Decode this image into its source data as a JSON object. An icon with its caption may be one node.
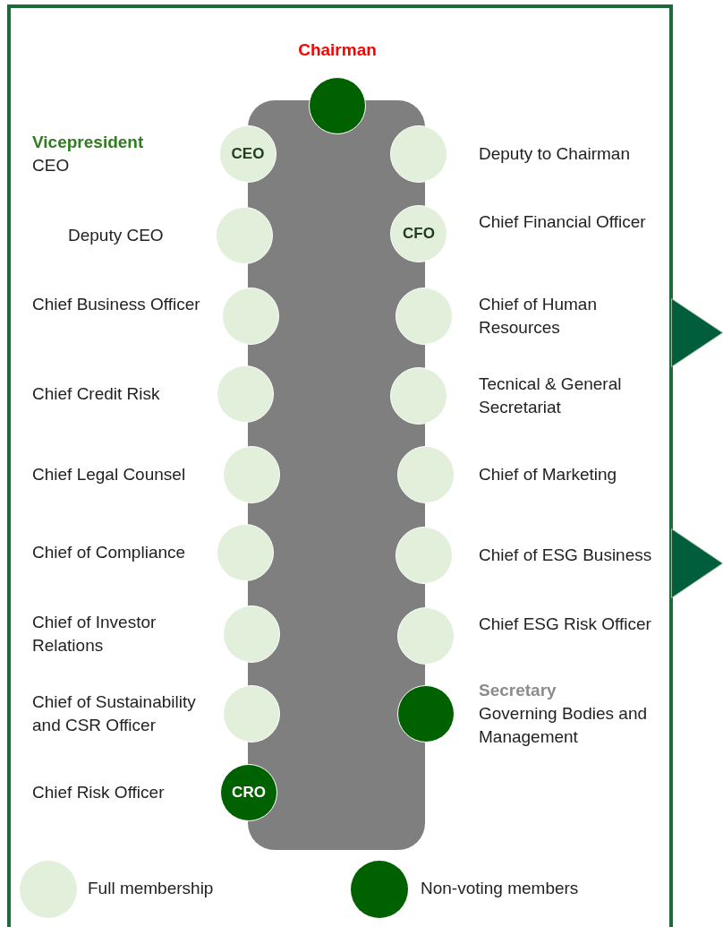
{
  "diagram": {
    "nodes": [
      {
        "text": [],
        "shape": "circle",
        "beside": [
          "Chairman"
        ]
      },
      {
        "text": [
          "CEO"
        ],
        "beside": [
          "Vicepresident",
          "CEO"
        ]
      },
      {
        "text": [],
        "shape": "circle",
        "beside": [
          "Deputy to Chairman"
        ]
      },
      {
        "text": [],
        "shape": "circle",
        "beside": [
          "Deputy CEO"
        ]
      },
      {
        "text": [
          "CFO"
        ],
        "beside": [
          "Chief Financial Officer"
        ]
      },
      {
        "text": [],
        "shape": "circle",
        "beside": [
          "Chief Business Officer"
        ]
      },
      {
        "text": [],
        "shape": "circle",
        "beside": [
          "Chief of Human Resources"
        ]
      },
      {
        "text": [],
        "shape": "circle",
        "beside": [
          "Chief Credit Risk"
        ]
      },
      {
        "text": [],
        "shape": "circle",
        "beside": [
          "Tecnical & General Secretariat"
        ]
      },
      {
        "text": [],
        "shape": "circle",
        "beside": [
          "Chief Legal Counsel"
        ]
      },
      {
        "text": [],
        "shape": "circle",
        "beside": [
          "Chief of Marketing"
        ]
      },
      {
        "text": [],
        "shape": "circle",
        "beside": [
          "Chief of Compliance"
        ]
      },
      {
        "text": [],
        "shape": "circle",
        "beside": [
          "Chief of ESG Business"
        ]
      },
      {
        "text": [],
        "shape": "circle",
        "beside": [
          "Chief of Investor Relations"
        ]
      },
      {
        "text": [],
        "shape": "circle",
        "beside": [
          "Chief ESG Risk Officer"
        ]
      },
      {
        "text": [],
        "shape": "circle",
        "beside": [
          "Chief of Sustainability and CSR Officer"
        ]
      },
      {
        "text": [],
        "shape": "circle",
        "beside": [
          "Secretary",
          "Governing Bodies and Management"
        ]
      },
      {
        "text": [
          "CRO"
        ],
        "beside": [
          "Chief Risk Officer"
        ]
      },
      {
        "text": [],
        "shape": "box"
      },
      {
        "text": [],
        "shape": "triangle"
      },
      {
        "text": [],
        "shape": "triangle"
      }
    ],
    "legend": [
      {
        "text": "Full membership",
        "color": "#e2efda"
      },
      {
        "text": "Non-voting members",
        "color": "#006100"
      }
    ]
  }
}
